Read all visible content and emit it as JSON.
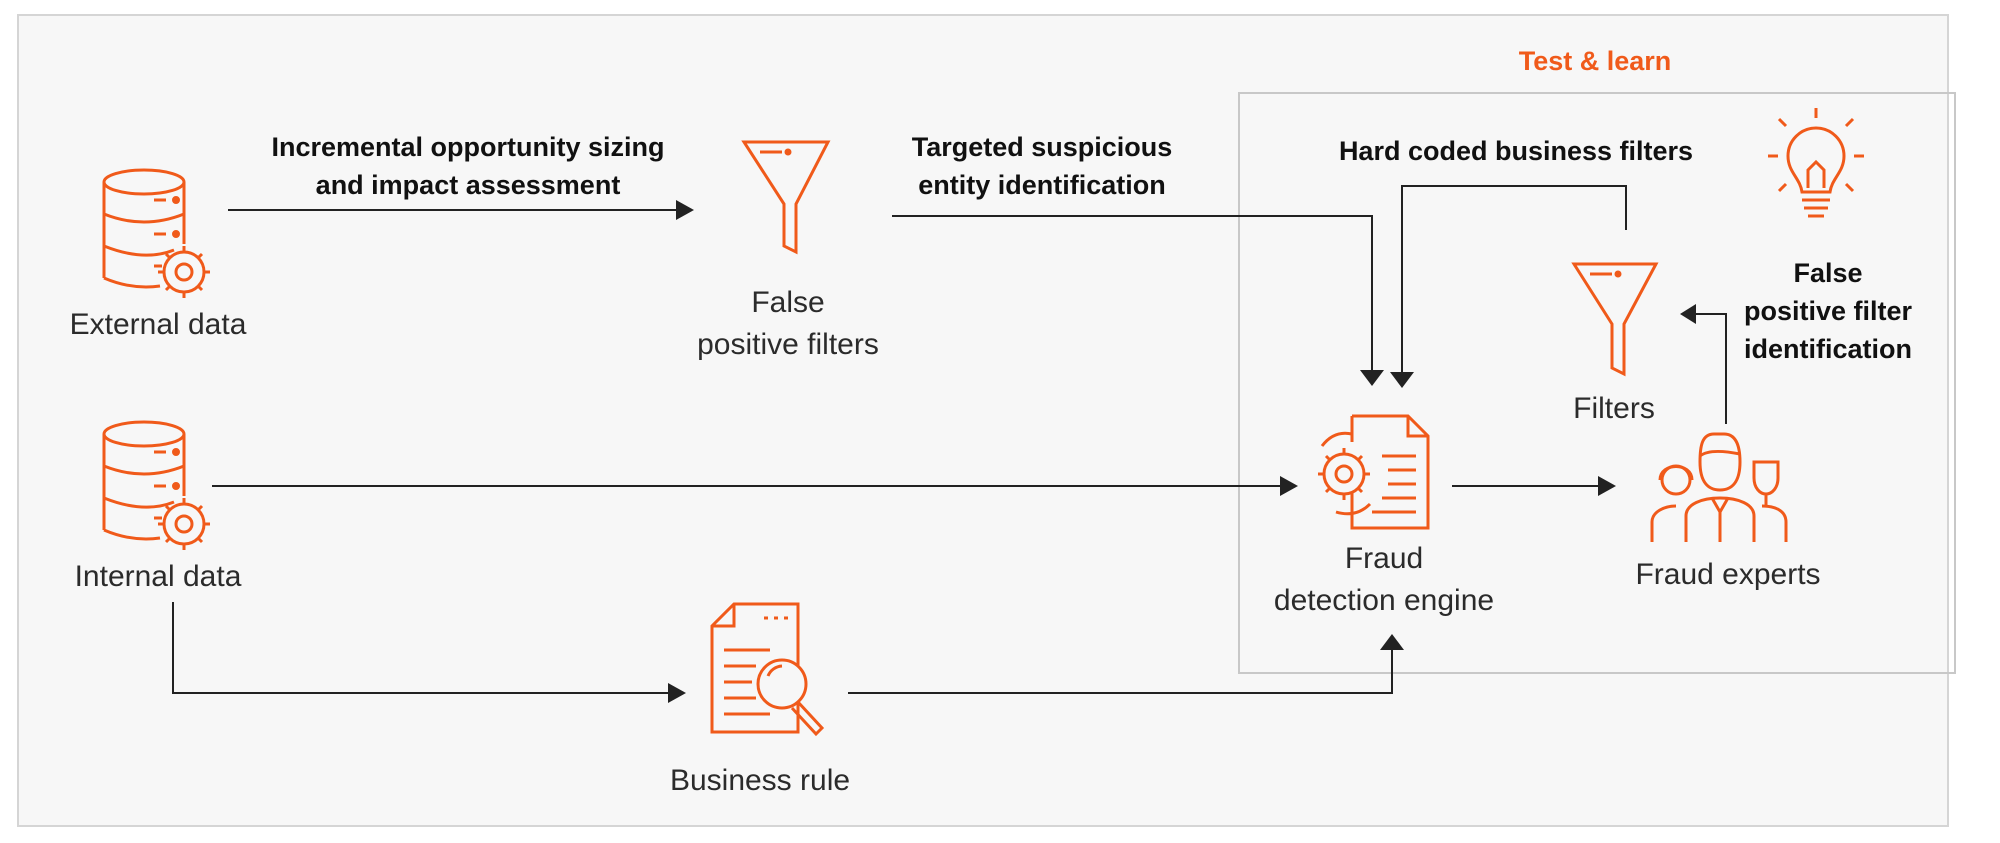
{
  "group_title": "Test & learn",
  "nodes": {
    "external_data": "External data",
    "internal_data": "Internal data",
    "false_positive_filters": "False\npositive filters",
    "business_rule": "Business rule",
    "fraud_detection_engine": "Fraud\ndetection engine",
    "filters": "Filters",
    "fraud_experts": "Fraud experts"
  },
  "edges": {
    "incremental": "Incremental opportunity sizing\nand impact assessment",
    "targeted": "Targeted suspicious\nentity identification",
    "hard_coded": "Hard coded business filters",
    "false_positive_id": "False\npositive filter\nidentification"
  },
  "colors": {
    "accent": "#f05a1a",
    "line": "#222222",
    "text": "#2b2b2b",
    "background": "#f7f7f7",
    "border": "#c8c8c8"
  },
  "icons": {
    "external_data": "database-gear-icon",
    "internal_data": "database-gear-icon",
    "false_positive_filters": "funnel-icon",
    "business_rule": "document-search-icon",
    "fraud_detection_engine": "document-gear-icon",
    "filters": "funnel-icon",
    "fraud_experts": "people-group-icon",
    "idea": "lightbulb-icon"
  }
}
